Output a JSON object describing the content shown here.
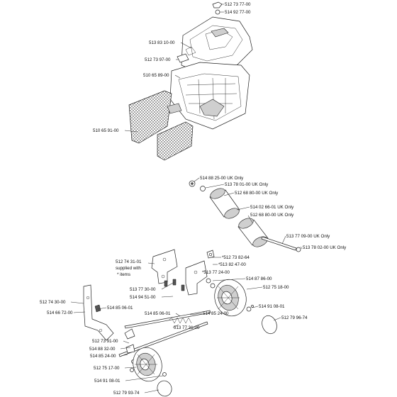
{
  "diagram": {
    "labels": {
      "p1": "512 73 77-00",
      "p2": "514 92 77-00",
      "p3": "513 83 10-00",
      "p4": "512 73 97-00",
      "p5": "510 65 89-00",
      "p6": "510 65 91-00",
      "p7": "514 88 25-00 UK Only",
      "p8": "513 78 01-00 UK Only",
      "p9": "512 68 80-00 UK Only",
      "p10": "514 02 66-01 UK Only",
      "p11": "512 68 80-00 UK Only",
      "p12": "513 77 09-00 UK Only",
      "p13": "513 78 02-00 UK Only",
      "p14a": "512 74 31-01",
      "p14b": "supplied with",
      "p14c": "* items",
      "p15": "*512 73 82-64",
      "p16": "*513 82 47-00",
      "p17": "*513 77 24-00",
      "p18": "514 87 86-00",
      "p19": "512 75 18-00",
      "p20": "513 77 30-00",
      "p21": "514 94 51-00",
      "p22": "512 74 30-00",
      "p23": "514 85 06-01",
      "p24": "514 66 72-00",
      "p25": "514 85 06-01",
      "p26": "514 85 24-00",
      "p27": "514 91 08-01",
      "p28": "512 79 96-74",
      "p29": "513 77 31-00",
      "p30": "512 73 91-00",
      "p31": "514 88 32-00",
      "p32": "514 85 24-00",
      "p33": "512 75 17-00",
      "p34": "514 91 08-01",
      "p35": "512 79 93-74"
    }
  }
}
